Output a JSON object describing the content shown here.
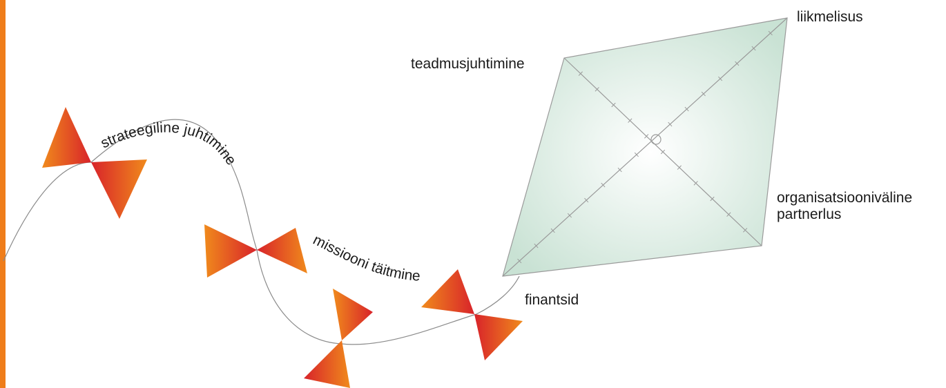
{
  "kite": {
    "corners": {
      "top": "liikmelisus",
      "left": "teadmusjuhtimine",
      "right_line1": "organisatsiooniväline",
      "right_line2": "partnerlus",
      "bottom": "finantsid"
    }
  },
  "tail": {
    "curve_labels": {
      "first": "strateegiline juhtimine",
      "second": "missiooni täitmine"
    }
  },
  "colors": {
    "accent_bar": "#ef7d1a",
    "bow_light": "#f08a1c",
    "bow_dark": "#d8232a",
    "kite_fill_center": "#ffffff",
    "kite_fill_edge": "#c9e2d4",
    "kite_stroke": "#9a9a9a",
    "tail_stroke": "#8a8a8a"
  }
}
